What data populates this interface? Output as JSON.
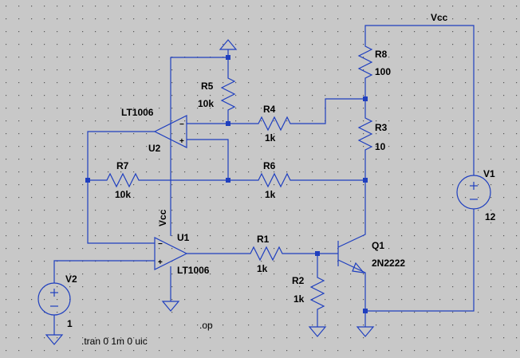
{
  "net_labels": {
    "vcc_top": "Vcc",
    "vcc_vertical": "Vcc"
  },
  "components": {
    "R8": {
      "ref": "R8",
      "value": "100"
    },
    "R3": {
      "ref": "R3",
      "value": "10"
    },
    "R4": {
      "ref": "R4",
      "value": "1k"
    },
    "R5": {
      "ref": "R5",
      "value": "10k"
    },
    "R6": {
      "ref": "R6",
      "value": "1k"
    },
    "R7": {
      "ref": "R7",
      "value": "10k"
    },
    "R1": {
      "ref": "R1",
      "value": "1k"
    },
    "R2": {
      "ref": "R2",
      "value": "1k"
    },
    "U1": {
      "ref": "U1",
      "part": "LT1006"
    },
    "U2": {
      "ref": "U2",
      "part": "LT1006"
    },
    "Q1": {
      "ref": "Q1",
      "part": "2N2222"
    },
    "V1": {
      "ref": "V1",
      "value": "12"
    },
    "V2": {
      "ref": "V2",
      "value": "1"
    }
  },
  "pin_marks": {
    "plus": "+",
    "minus": "−"
  },
  "directives": {
    "tran": ".tran 0 1m 0 uic",
    "op": ".op"
  },
  "colors": {
    "wire": "#1f3fbf",
    "background": "#c8c8c8",
    "grid_dot": "#555555",
    "text": "#000000"
  }
}
